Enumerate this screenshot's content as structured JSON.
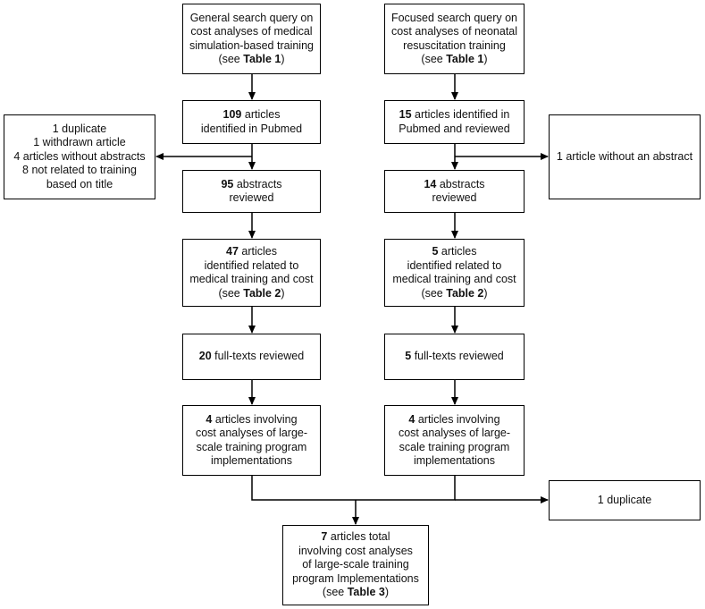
{
  "boxes": {
    "left_query": [
      [
        {
          "t": "General search query on",
          "b": false
        }
      ],
      [
        {
          "t": "cost analyses of medical",
          "b": false
        }
      ],
      [
        {
          "t": "simulation-based training",
          "b": false
        }
      ],
      [
        {
          "t": "(see ",
          "b": false
        },
        {
          "t": "Table 1",
          "b": true
        },
        {
          "t": ")",
          "b": false
        }
      ]
    ],
    "right_query": [
      [
        {
          "t": "Focused search query on",
          "b": false
        }
      ],
      [
        {
          "t": "cost analyses of neonatal",
          "b": false
        }
      ],
      [
        {
          "t": "resuscitation training",
          "b": false
        }
      ],
      [
        {
          "t": "(see ",
          "b": false
        },
        {
          "t": "Table 1",
          "b": true
        },
        {
          "t": ")",
          "b": false
        }
      ]
    ],
    "left_identified": [
      [
        {
          "t": "109",
          "b": true
        },
        {
          "t": " articles",
          "b": false
        }
      ],
      [
        {
          "t": "identified in Pubmed",
          "b": false
        }
      ]
    ],
    "right_identified": [
      [
        {
          "t": "15",
          "b": true
        },
        {
          "t": " articles identified in",
          "b": false
        }
      ],
      [
        {
          "t": "Pubmed and reviewed",
          "b": false
        }
      ]
    ],
    "left_excluded": [
      [
        {
          "t": "1 duplicate",
          "b": false
        }
      ],
      [
        {
          "t": "1 withdrawn article",
          "b": false
        }
      ],
      [
        {
          "t": "4 articles without abstracts",
          "b": false
        }
      ],
      [
        {
          "t": "8 not related to training",
          "b": false
        }
      ],
      [
        {
          "t": "based on title",
          "b": false
        }
      ]
    ],
    "right_excluded": [
      [
        {
          "t": "1 article without an abstract",
          "b": false
        }
      ]
    ],
    "left_abstracts": [
      [
        {
          "t": "95",
          "b": true
        },
        {
          "t": " abstracts",
          "b": false
        }
      ],
      [
        {
          "t": "reviewed",
          "b": false
        }
      ]
    ],
    "right_abstracts": [
      [
        {
          "t": "14",
          "b": true
        },
        {
          "t": " abstracts",
          "b": false
        }
      ],
      [
        {
          "t": "reviewed",
          "b": false
        }
      ]
    ],
    "left_related": [
      [
        {
          "t": "47",
          "b": true
        },
        {
          "t": " articles",
          "b": false
        }
      ],
      [
        {
          "t": "identified related to",
          "b": false
        }
      ],
      [
        {
          "t": "medical training and cost",
          "b": false
        }
      ],
      [
        {
          "t": "(see ",
          "b": false
        },
        {
          "t": "Table 2",
          "b": true
        },
        {
          "t": ")",
          "b": false
        }
      ]
    ],
    "right_related": [
      [
        {
          "t": "5",
          "b": true
        },
        {
          "t": " articles",
          "b": false
        }
      ],
      [
        {
          "t": "identified related to",
          "b": false
        }
      ],
      [
        {
          "t": "medical training and cost",
          "b": false
        }
      ],
      [
        {
          "t": "(see ",
          "b": false
        },
        {
          "t": "Table 2",
          "b": true
        },
        {
          "t": ")",
          "b": false
        }
      ]
    ],
    "left_fulltext": [
      [
        {
          "t": "20",
          "b": true
        },
        {
          "t": " full-texts reviewed",
          "b": false
        }
      ]
    ],
    "right_fulltext": [
      [
        {
          "t": "5",
          "b": true
        },
        {
          "t": " full-texts reviewed",
          "b": false
        }
      ]
    ],
    "left_involving": [
      [
        {
          "t": "4",
          "b": true
        },
        {
          "t": " articles involving",
          "b": false
        }
      ],
      [
        {
          "t": "cost analyses of large-",
          "b": false
        }
      ],
      [
        {
          "t": "scale training program",
          "b": false
        }
      ],
      [
        {
          "t": "implementations",
          "b": false
        }
      ]
    ],
    "right_involving": [
      [
        {
          "t": "4",
          "b": true
        },
        {
          "t": " articles involving",
          "b": false
        }
      ],
      [
        {
          "t": "cost analyses of large-",
          "b": false
        }
      ],
      [
        {
          "t": "scale training program",
          "b": false
        }
      ],
      [
        {
          "t": "implementations",
          "b": false
        }
      ]
    ],
    "duplicate": [
      [
        {
          "t": "1 duplicate",
          "b": false
        }
      ]
    ],
    "final": [
      [
        {
          "t": "7",
          "b": true
        },
        {
          "t": " articles total",
          "b": false
        }
      ],
      [
        {
          "t": "involving cost analyses",
          "b": false
        }
      ],
      [
        {
          "t": "of large-scale training",
          "b": false
        }
      ],
      [
        {
          "t": "program Implementations",
          "b": false
        }
      ],
      [
        {
          "t": "(see ",
          "b": false
        },
        {
          "t": "Table 3",
          "b": true
        },
        {
          "t": ")",
          "b": false
        }
      ]
    ]
  }
}
